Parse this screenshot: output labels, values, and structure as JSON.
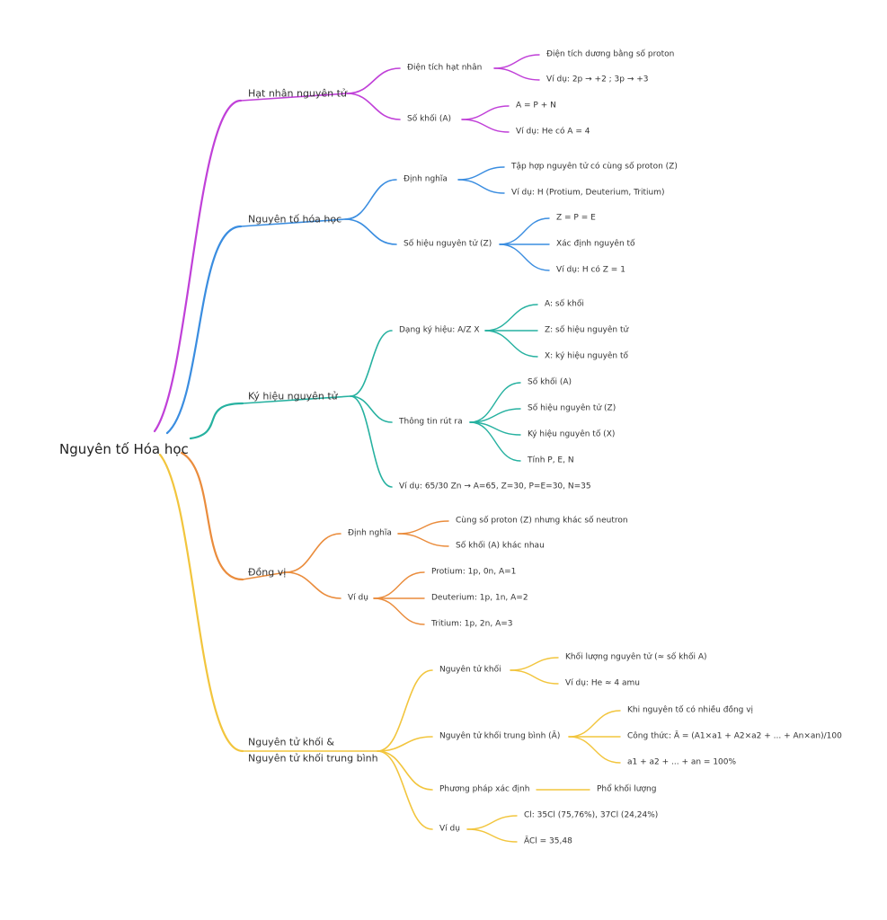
{
  "colors": {
    "purple": "#c040d8",
    "blue": "#3a8de0",
    "teal": "#26b1a0",
    "orange": "#ea8c3c",
    "yellow": "#f2c53d"
  },
  "root": {
    "label": "Nguyên tố Hóa học"
  },
  "branches": [
    {
      "label": "Hạt nhân nguyên tử",
      "color": "purple",
      "children": [
        {
          "label": "Điện tích hạt nhân",
          "children": [
            "Điện tích dương bằng số proton",
            "Ví dụ: 2p → +2 ; 3p → +3"
          ]
        },
        {
          "label": "Số khối (A)",
          "children": [
            "A = P + N",
            "Ví dụ: He có A = 4"
          ]
        }
      ]
    },
    {
      "label": "Nguyên tố hóa học",
      "color": "blue",
      "children": [
        {
          "label": "Định nghĩa",
          "children": [
            "Tập hợp nguyên tử có cùng số proton (Z)",
            "Ví dụ: H (Protium, Deuterium, Tritium)"
          ]
        },
        {
          "label": "Số hiệu nguyên tử (Z)",
          "children": [
            "Z = P = E",
            "Xác định nguyên tố",
            "Ví dụ: H có Z = 1"
          ]
        }
      ]
    },
    {
      "label": "Ký hiệu nguyên tử",
      "color": "teal",
      "children": [
        {
          "label": "Dạng ký hiệu: A/Z X",
          "children": [
            "A: số khối",
            "Z: số hiệu nguyên tử",
            "X: ký hiệu nguyên tố"
          ]
        },
        {
          "label": "Thông tin rút ra",
          "children": [
            "Số khối (A)",
            "Số hiệu nguyên tử (Z)",
            "Ký hiệu nguyên tố (X)",
            "Tính P, E, N"
          ]
        },
        {
          "label": "Ví dụ: 65/30 Zn → A=65, Z=30, P=E=30, N=35",
          "children": []
        }
      ]
    },
    {
      "label": "Đồng vị",
      "color": "orange",
      "children": [
        {
          "label": "Định nghĩa",
          "children": [
            "Cùng số proton (Z) nhưng khác số neutron",
            "Số khối (A) khác nhau"
          ]
        },
        {
          "label": "Ví dụ",
          "children": [
            "Protium: 1p, 0n, A=1",
            "Deuterium: 1p, 1n, A=2",
            "Tritium: 1p, 2n, A=3"
          ]
        }
      ]
    },
    {
      "label": "Nguyên tử khối &",
      "label2": "Nguyên tử khối trung bình",
      "color": "yellow",
      "children": [
        {
          "label": "Nguyên tử khối",
          "children": [
            "Khối lượng nguyên tử (≈ số khối A)",
            "Ví dụ: He ≈ 4 amu"
          ]
        },
        {
          "label": "Nguyên tử khối trung bình (Ā)",
          "children": [
            "Khi nguyên tố có nhiều đồng vị",
            "Công thức: Ā = (A1×a1 + A2×a2 + ... + An×an)/100",
            "a1 + a2 + ... + an = 100%"
          ]
        },
        {
          "label": "Phương pháp xác định",
          "children": [
            "Phổ khối lượng"
          ]
        },
        {
          "label": "Ví dụ",
          "children": [
            "Cl: 35Cl (75,76%), 37Cl (24,24%)",
            "ĀCl = 35,48"
          ]
        }
      ]
    }
  ]
}
